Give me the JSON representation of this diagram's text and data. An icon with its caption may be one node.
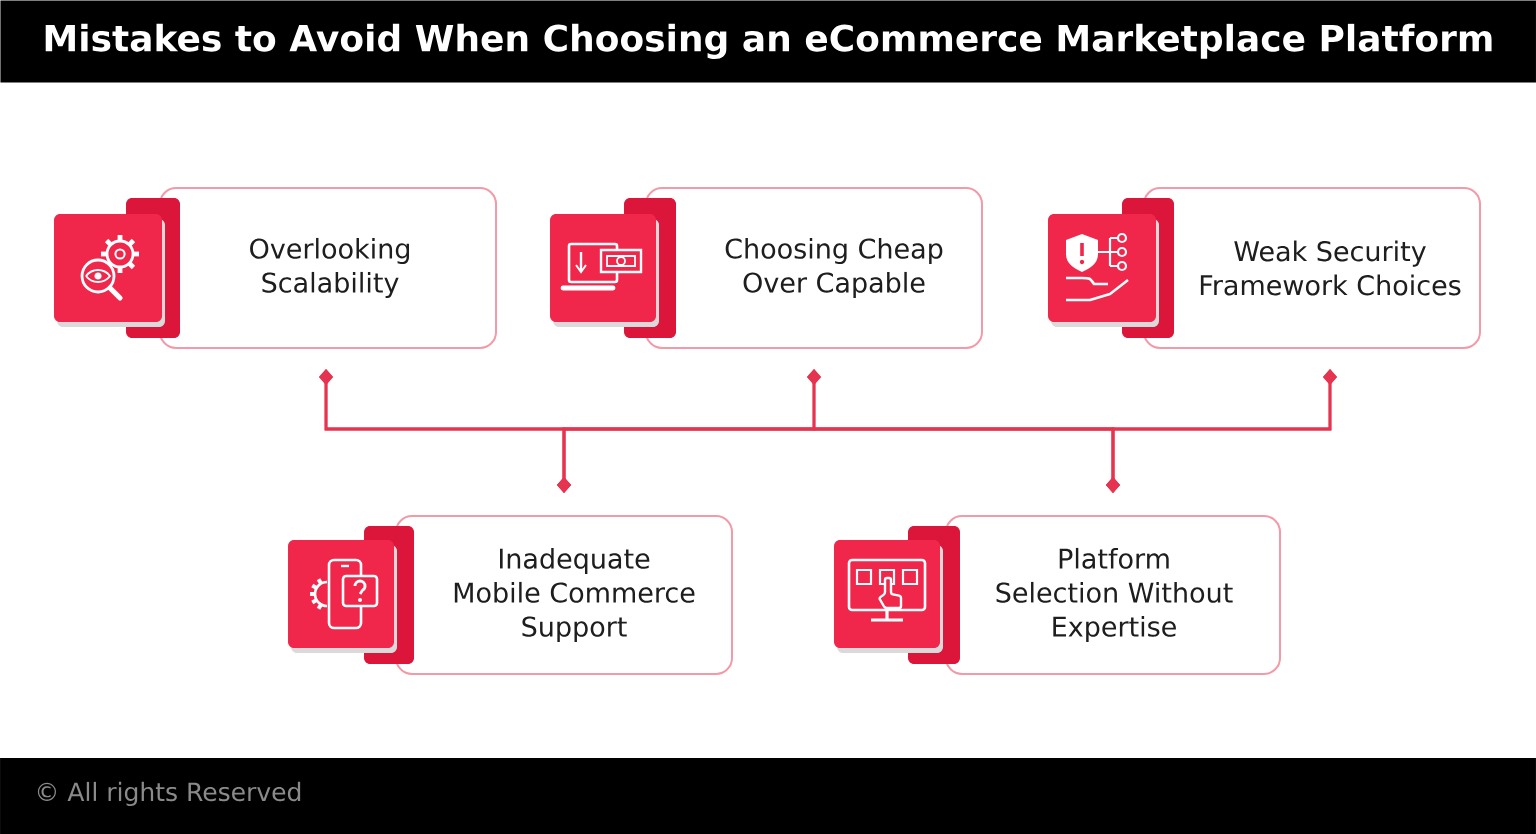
{
  "diagram": {
    "title": "Mistakes to Avoid When Choosing an eCommerce Marketplace Platform",
    "nodes": [
      {
        "text": [
          "Overlooking Scalability"
        ]
      },
      {
        "text": [
          "Choosing Cheap Over Capable"
        ]
      },
      {
        "text": [
          "Weak Security Framework Choices"
        ]
      },
      {
        "text": [
          "Inadequate Mobile Commerce Support"
        ]
      },
      {
        "text": [
          "Platform Selection Without Expertise"
        ]
      }
    ],
    "edges": [
      {
        "from": 0,
        "to": 3,
        "arrow": "other"
      },
      {
        "from": 0,
        "to": 4,
        "arrow": "other"
      },
      {
        "from": 1,
        "to": 3,
        "arrow": "other"
      },
      {
        "from": 1,
        "to": 4,
        "arrow": "other"
      },
      {
        "from": 2,
        "to": 3,
        "arrow": "other"
      },
      {
        "from": 2,
        "to": 4,
        "arrow": "other"
      }
    ],
    "labels": [
      "© All rights Reserved"
    ]
  }
}
